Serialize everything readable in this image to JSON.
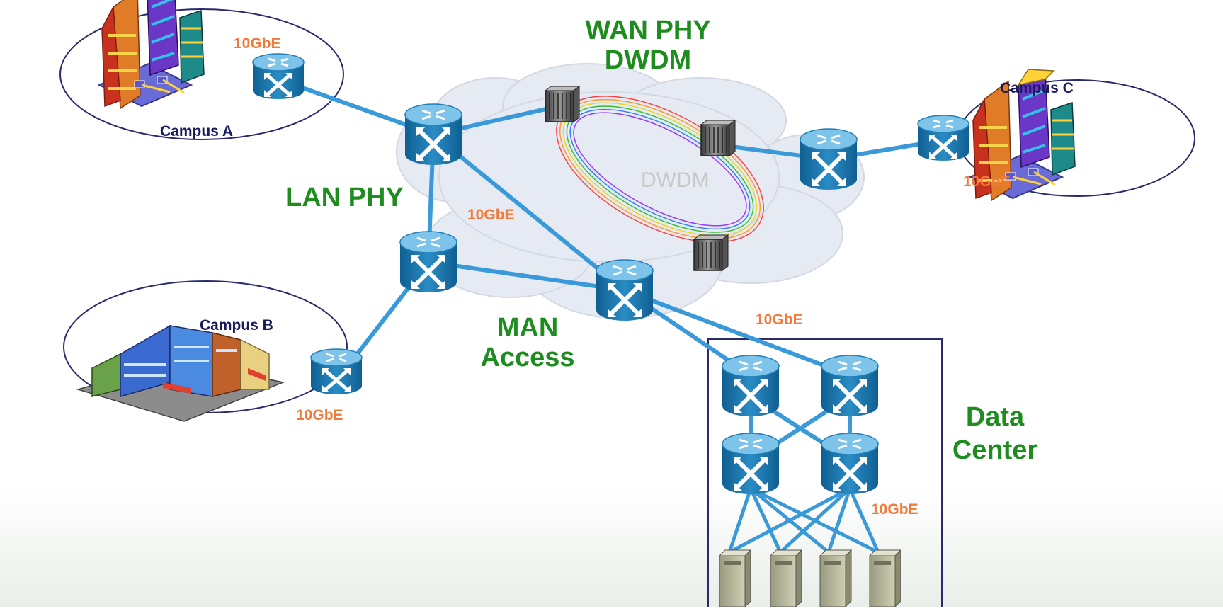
{
  "labels": {
    "wan_phy": "WAN PHY",
    "dwdm_top": "DWDM",
    "dwdm_ring": "DWDM",
    "lan_phy": "LAN PHY",
    "man": "MAN",
    "access": "Access",
    "data": "Data",
    "center": "Center",
    "campus_a": "Campus A",
    "campus_b": "Campus B",
    "campus_c": "Campus C",
    "gbe_campus_a": "10GbE",
    "gbe_campus_b": "10GbE",
    "gbe_campus_c": "10GbE",
    "gbe_man": "10GbE",
    "gbe_dc_top": "10GbE",
    "gbe_dc_right": "10GbE"
  },
  "colors": {
    "link": "#3a9ad9",
    "router_body": "#1f7fb6",
    "router_top": "#7ec4ea",
    "label_green": "#1e8c1e",
    "label_orange": "#f07a3a",
    "label_navy": "#1a1a5e",
    "cloud": "#e6eaf2",
    "box_border": "#2a2a6e",
    "ring": [
      "#ff4040",
      "#ff9a2a",
      "#e8d820",
      "#34c034",
      "#3080ff",
      "#9a3aff"
    ]
  }
}
